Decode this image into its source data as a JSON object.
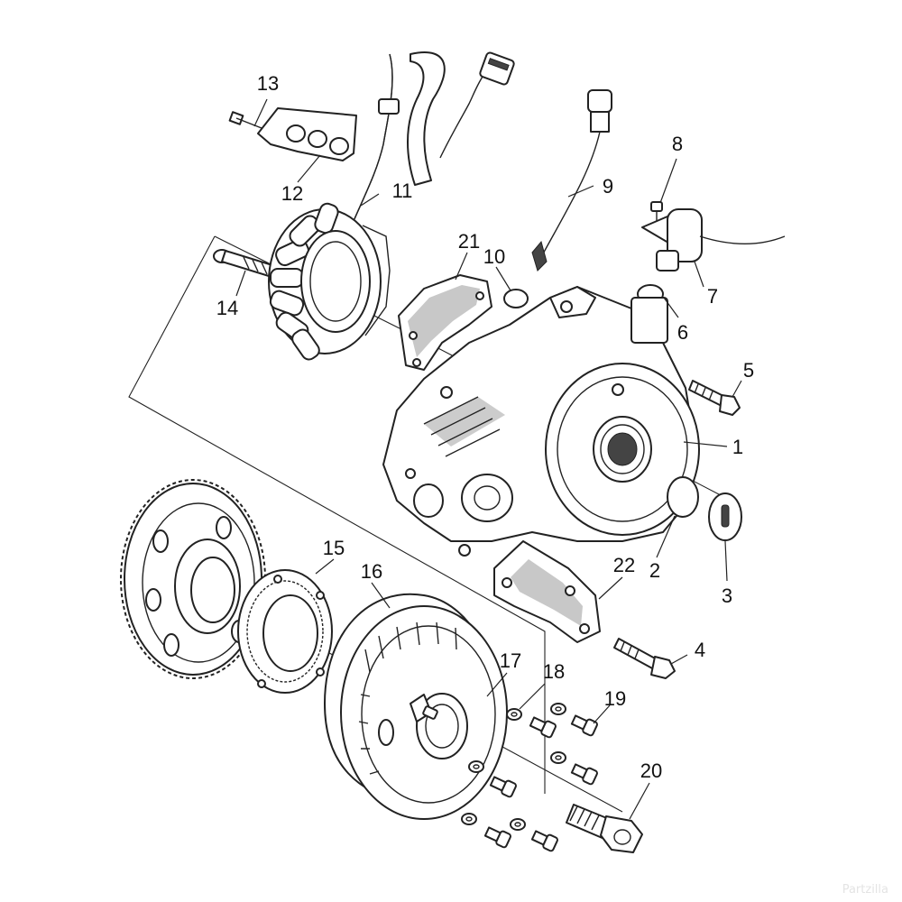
{
  "diagram": {
    "type": "exploded-parts-diagram",
    "callouts": [
      "1",
      "2",
      "3",
      "4",
      "5",
      "6",
      "7",
      "8",
      "9",
      "10",
      "11",
      "12",
      "13",
      "14",
      "15",
      "16",
      "17",
      "18",
      "19",
      "20",
      "21",
      "22"
    ],
    "watermark": "Partzilla"
  }
}
